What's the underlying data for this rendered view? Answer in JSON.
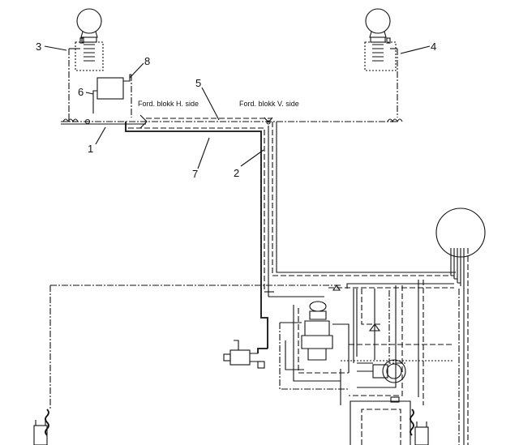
{
  "callouts": [
    {
      "id": "1",
      "text": "1"
    },
    {
      "id": "2",
      "text": "2"
    },
    {
      "id": "3",
      "text": "3"
    },
    {
      "id": "4",
      "text": "4"
    },
    {
      "id": "5",
      "text": "5"
    },
    {
      "id": "6",
      "text": "6"
    },
    {
      "id": "7",
      "text": "7"
    },
    {
      "id": "8",
      "text": "8"
    }
  ],
  "connector_labels": {
    "left": "Ford. blokk H. side",
    "right": "Ford. blokk V. side"
  }
}
